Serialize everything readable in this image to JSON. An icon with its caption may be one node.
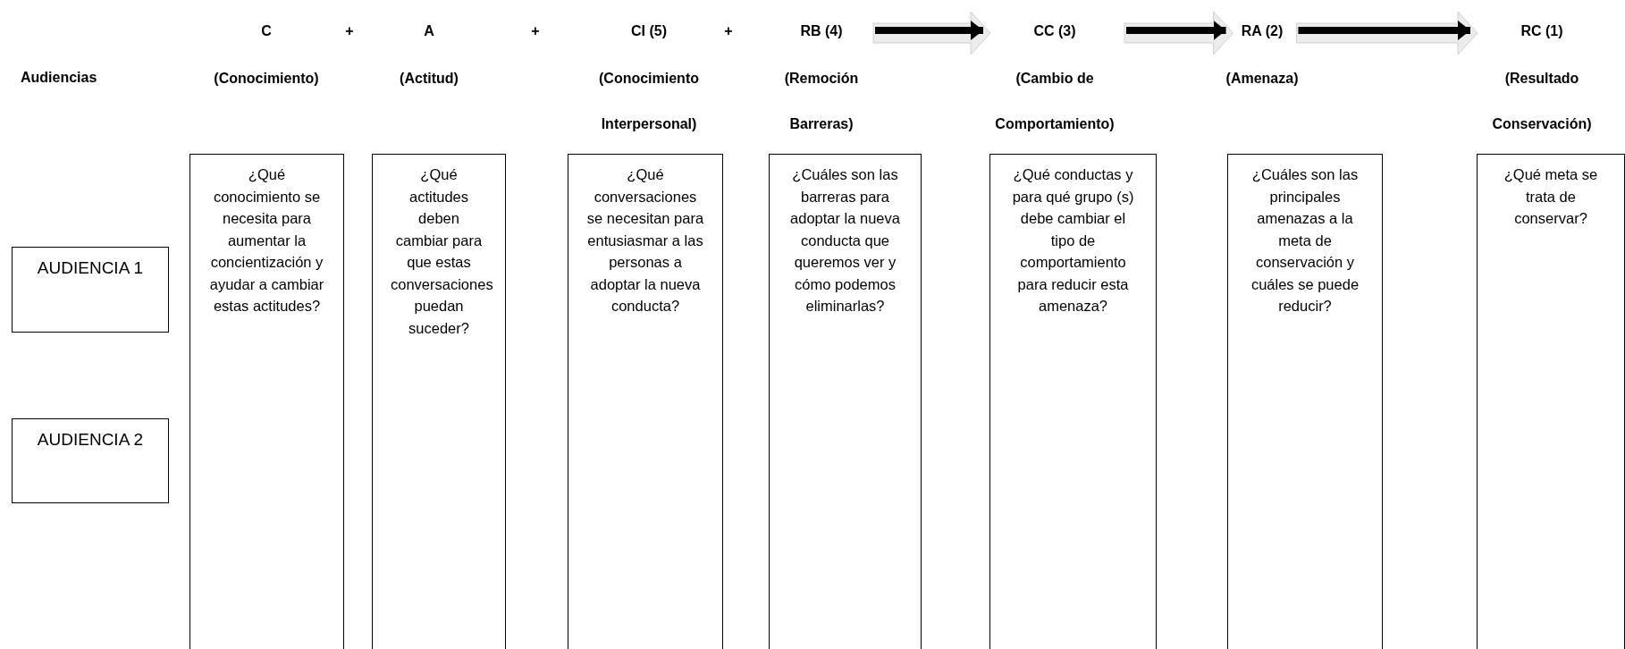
{
  "diagram": {
    "nodes": [
      {
        "text": [
          "C",
          "(Conocimiento)"
        ]
      },
      {
        "text": [
          "A",
          "(Actitud)"
        ]
      },
      {
        "text": [
          "CI (5)",
          "(Conocimiento Interpersonal)"
        ]
      },
      {
        "text": [
          "RB (4)",
          "(Remoción Barreras)"
        ]
      },
      {
        "text": [
          "CC (3)",
          "(Cambio de Comportamiento)"
        ]
      },
      {
        "text": [
          "RA (2)",
          "(Amenaza)"
        ]
      },
      {
        "text": [
          "RC (1)",
          "(Resultado Conservación)"
        ]
      },
      {
        "text": [
          "¿Qué conocimiento se necesita para aumentar la concientización y ayudar a cambiar estas actitudes?"
        ]
      },
      {
        "text": [
          "¿Qué actitudes deben cambiar para que estas conversaciones puedan suceder?"
        ]
      },
      {
        "text": [
          "¿Qué conversaciones se necesitan para entusiasmar a las personas a adoptar la nueva conducta?"
        ]
      },
      {
        "text": [
          "¿Cuáles son las barreras para adoptar la nueva conducta que queremos ver y cómo podemos eliminarlas?"
        ]
      },
      {
        "text": [
          "¿Qué conductas y para qué grupo (s) debe cambiar el tipo de comportamiento para reducir esta amenaza?"
        ]
      },
      {
        "text": [
          "¿Cuáles son las principales amenazas a la meta de conservación y cuáles se puede reducir?"
        ]
      },
      {
        "text": [
          "¿Qué meta se trata de conservar?"
        ]
      },
      {
        "text": [
          "AUDIENCIA 1"
        ]
      },
      {
        "text": [
          "AUDIENCIA 2"
        ]
      }
    ],
    "edges": [
      {
        "from": 3,
        "to": 4,
        "arrow": "to"
      },
      {
        "from": 4,
        "to": 5,
        "arrow": "to"
      },
      {
        "from": 5,
        "to": 6,
        "arrow": "to"
      }
    ],
    "labels": [
      "+",
      "+",
      "+",
      "Audiencias"
    ]
  }
}
